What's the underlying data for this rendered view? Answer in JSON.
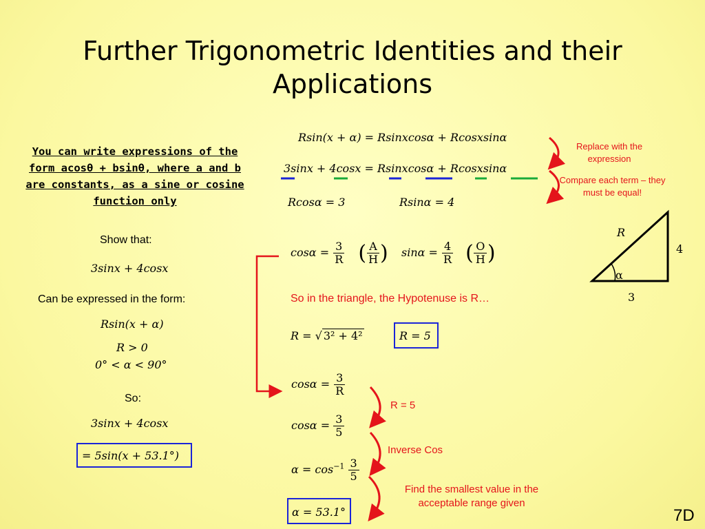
{
  "title": "Further Trigonometric Identities and their Applications",
  "intro": "You can write expressions of the form acosθ + bsinθ, where a and b are constants, as a sine or cosine function only",
  "left": {
    "show_that": "Show that:",
    "expr1": "3sinx + 4cosx",
    "can_be": "Can be expressed in the form:",
    "form": "Rsin(x + α)",
    "cond1": "R > 0",
    "cond2": "0° < α < 90°",
    "so": "So:",
    "expr2": "3sinx + 4cosx",
    "answer": "= 5sin(x + 53.1°)"
  },
  "expansion": {
    "line1": "Rsin(x + α) = Rsinxcosα  +  Rcosxsinα",
    "line2": "3sinx + 4cosx = Rsinxcosα  +  Rcosxsinα",
    "rcos": "Rcosα = 3",
    "rsin": "Rsinα = 4"
  },
  "notes": {
    "replace": "Replace with the expression",
    "compare": "Compare each term – they must be equal!",
    "hypotenuse": "So in the triangle, the Hypotenuse is R…",
    "r5": "R = 5",
    "inverse": "Inverse Cos",
    "smallest": "Find the smallest value in the acceptable range given"
  },
  "ratios": {
    "cos_lhs": "cosα =",
    "cos_n": "3",
    "cos_d": "R",
    "cos_hint_n": "A",
    "cos_hint_d": "H",
    "sin_lhs": "sinα =",
    "sin_n": "4",
    "sin_d": "R",
    "sin_hint_n": "O",
    "sin_hint_d": "H"
  },
  "r_calc": {
    "lhs": "R = ",
    "rad": "3² + 4²",
    "result": "R = 5"
  },
  "steps": {
    "s1_lhs": "cosα =",
    "s1_n": "3",
    "s1_d": "R",
    "s2_lhs": "cosα =",
    "s2_n": "3",
    "s2_d": "5",
    "s3_lhs": "α = cos",
    "s3_sup": "−1",
    "s3_n": "3",
    "s3_d": "5",
    "s4": "α = 53.1°"
  },
  "triangle": {
    "hyp": "R",
    "opp": "4",
    "adj": "3",
    "angle": "α"
  },
  "slide_number": "7D",
  "colors": {
    "red": "#e4141b",
    "blue": "#1a24d8",
    "green": "#1aaa3a"
  }
}
